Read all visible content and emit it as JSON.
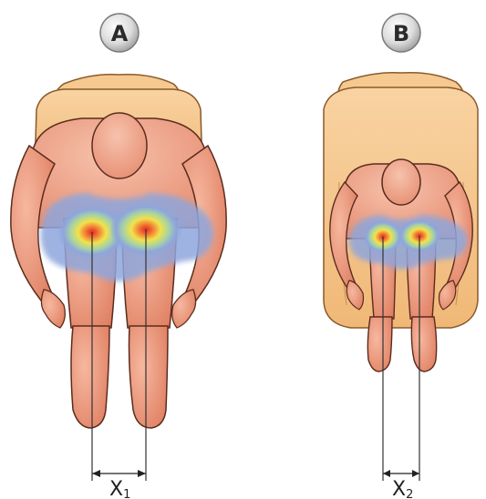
{
  "panels": [
    {
      "badge": "A",
      "dimension_label": "X",
      "dimension_subscript": "1"
    },
    {
      "badge": "B",
      "dimension_label": "X",
      "dimension_subscript": "2"
    }
  ],
  "colors": {
    "seat": "#f6c990",
    "seat_edge": "#8a5a2a",
    "skin": "#f0a48a",
    "skin_shadow": "#dd7e63",
    "outline": "#5a2c1e",
    "pressure_low": "#8ea6dc",
    "pressure_mid": "#a9d4a0",
    "pressure_high": "#f2e24a",
    "pressure_peak": "#e8281c",
    "badge_fill": "#dcdcdc"
  }
}
